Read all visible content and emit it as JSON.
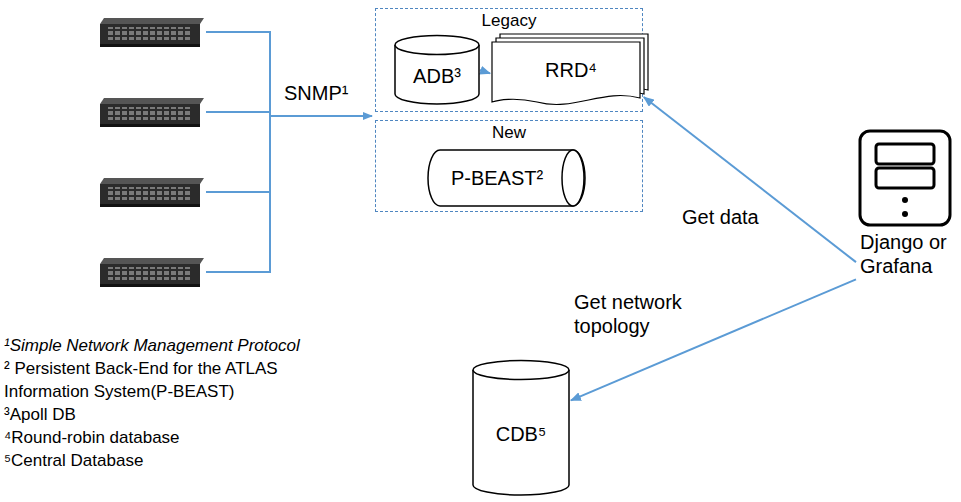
{
  "diagram": {
    "nodes": [
      {
        "text": [
          "Legacy"
        ]
      },
      {
        "text": [
          "ADB³"
        ],
        "in": 0
      },
      {
        "text": [
          "RRD⁴"
        ],
        "in": 0
      },
      {
        "text": [
          "New"
        ]
      },
      {
        "text": [
          "P-BEAST²"
        ],
        "in": 3
      },
      {
        "text": [
          "Django or Grafana"
        ]
      },
      {
        "text": [
          "CDB⁵"
        ]
      }
    ],
    "edges": [
      {
        "from": 1,
        "to": 2,
        "arrow": "to"
      },
      {
        "from": 5,
        "to": 0,
        "label": "Get data",
        "arrow": "to"
      },
      {
        "from": 5,
        "to": 6,
        "label": "Get network topology",
        "arrow": "to"
      }
    ],
    "labels": [
      "SNMP¹",
      "¹Simple Network Management Protocol",
      "² Persistent Back-End for the ATLAS Information System(P-BEAST)",
      "³Apoll DB",
      "⁴Round-robin database",
      "⁵Central Database"
    ]
  }
}
